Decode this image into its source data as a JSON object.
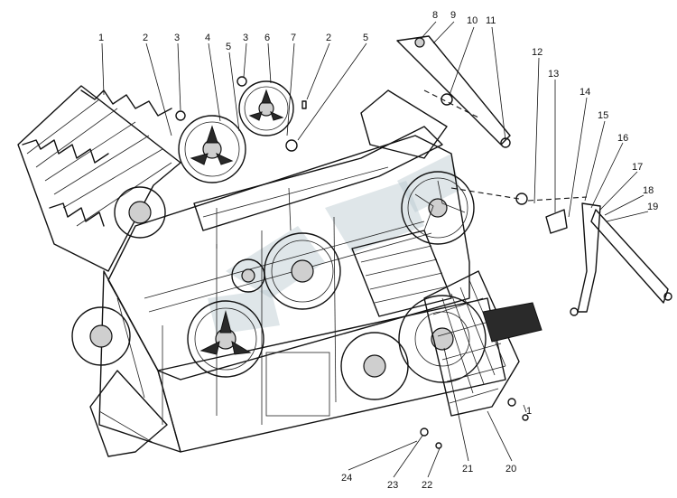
{
  "labels": [
    "1",
    "2",
    "3",
    "4",
    "5",
    "3",
    "6",
    "7",
    "2",
    "5",
    "8",
    "9",
    "10",
    "11",
    "12",
    "13",
    "14",
    "15",
    "16",
    "17",
    "18",
    "19",
    "20",
    "21",
    "22",
    "23",
    "24",
    "1"
  ],
  "colors": {
    "ink": "#111111",
    "watermark": "#b9c7cf",
    "shade": "#cfcfcf"
  }
}
